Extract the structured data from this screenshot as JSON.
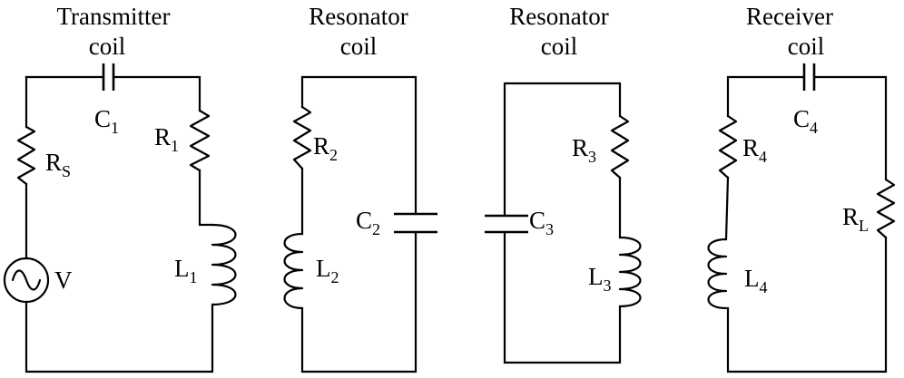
{
  "circuits": [
    {
      "title_line1": "Transmitter",
      "title_line2": "coil",
      "capacitor": {
        "base": "C",
        "sub": "1"
      },
      "resistor": {
        "base": "R",
        "sub": "1"
      },
      "source_resistor": {
        "base": "R",
        "sub": "S"
      },
      "source": {
        "label": "V"
      },
      "inductor": {
        "base": "L",
        "sub": "1"
      }
    },
    {
      "title_line1": "Resonator",
      "title_line2": "coil",
      "resistor": {
        "base": "R",
        "sub": "2"
      },
      "inductor": {
        "base": "L",
        "sub": "2"
      },
      "capacitor": {
        "base": "C",
        "sub": "2"
      }
    },
    {
      "title_line1": "Resonator",
      "title_line2": "coil",
      "resistor": {
        "base": "R",
        "sub": "3"
      },
      "inductor": {
        "base": "L",
        "sub": "3"
      },
      "capacitor": {
        "base": "C",
        "sub": "3"
      }
    },
    {
      "title_line1": "Receiver",
      "title_line2": "coil",
      "capacitor": {
        "base": "C",
        "sub": "4"
      },
      "resistor": {
        "base": "R",
        "sub": "4"
      },
      "inductor": {
        "base": "L",
        "sub": "4"
      },
      "load_resistor": {
        "base": "R",
        "sub": "L"
      }
    }
  ]
}
